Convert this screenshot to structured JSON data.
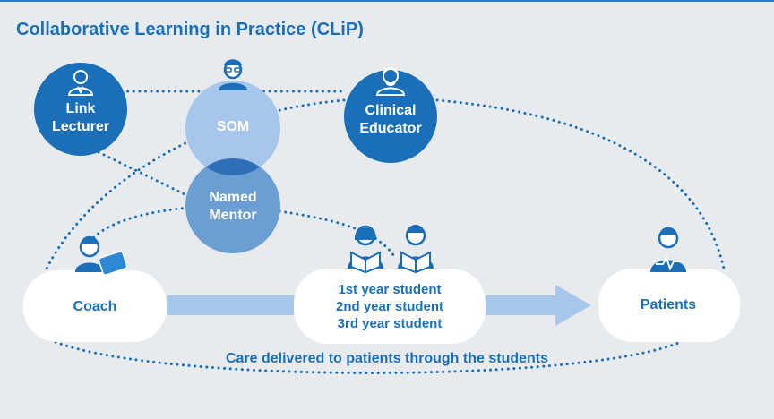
{
  "title": "Collaborative Learning in Practice (CLiP)",
  "nodes": {
    "link_lecturer": [
      "Link",
      "Lecturer"
    ],
    "som": "SOM",
    "clinical_educator": [
      "Clinical",
      "Educator"
    ],
    "named_mentor": [
      "Named",
      "Mentor"
    ],
    "coach": "Coach",
    "students": [
      "1st year student",
      "2nd year student",
      "3rd year student"
    ],
    "patients": "Patients"
  },
  "caption": "Care delivered to patients through the students",
  "colors": {
    "dark_blue": "#1b6fb8",
    "mid_blue": "#6b9fd4",
    "light_blue": "#b8d2ee",
    "arrow": "#a7c7ea",
    "background": "#e8ebee"
  }
}
